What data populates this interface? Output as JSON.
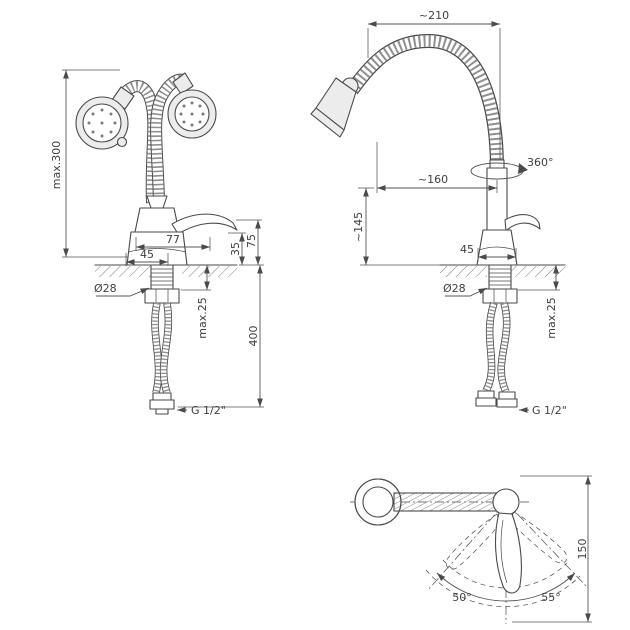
{
  "meta": {
    "title": "Faucet technical dimension drawing",
    "colors": {
      "line": "#4a4a4a",
      "background": "#ffffff",
      "hatch": "#7a7a7a"
    }
  },
  "drawing": {
    "front": {
      "max_height": "max.300",
      "spout_width": "77",
      "offset_45": "45",
      "lever_height": "75",
      "spout_height": "35",
      "shank_diameter": "Ø28",
      "deck_thickness": "max.25",
      "hose_length": "400",
      "thread": "G 1/2\""
    },
    "side": {
      "total_reach": "~210",
      "spout_reach": "~160",
      "swivel": "360°",
      "spout_clearance": "~145",
      "base_width": "45",
      "shank_diameter": "Ø28",
      "deck_thickness": "max.25",
      "thread": "G 1/2\""
    },
    "top": {
      "handle_length": "150",
      "swing_left": "50°",
      "swing_right": "55°"
    }
  }
}
